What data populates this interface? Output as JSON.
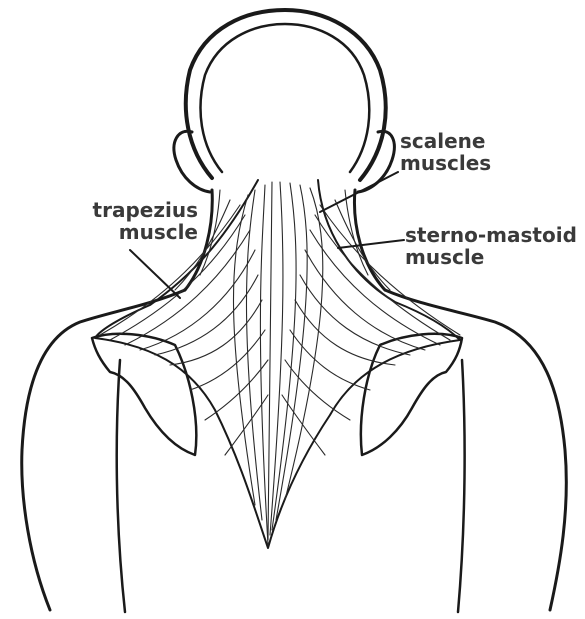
{
  "labels": {
    "trapezius": {
      "line1": "trapezius",
      "line2": "muscle"
    },
    "scalene": {
      "line1": "scalene",
      "line2": "muscles"
    },
    "sterno_mastoid": {
      "line1": "sterno-mastoid",
      "line2": "muscle"
    }
  },
  "colors": {
    "ink": "#1a1a1a",
    "label": "#3a3a3a",
    "background": "#ffffff"
  }
}
